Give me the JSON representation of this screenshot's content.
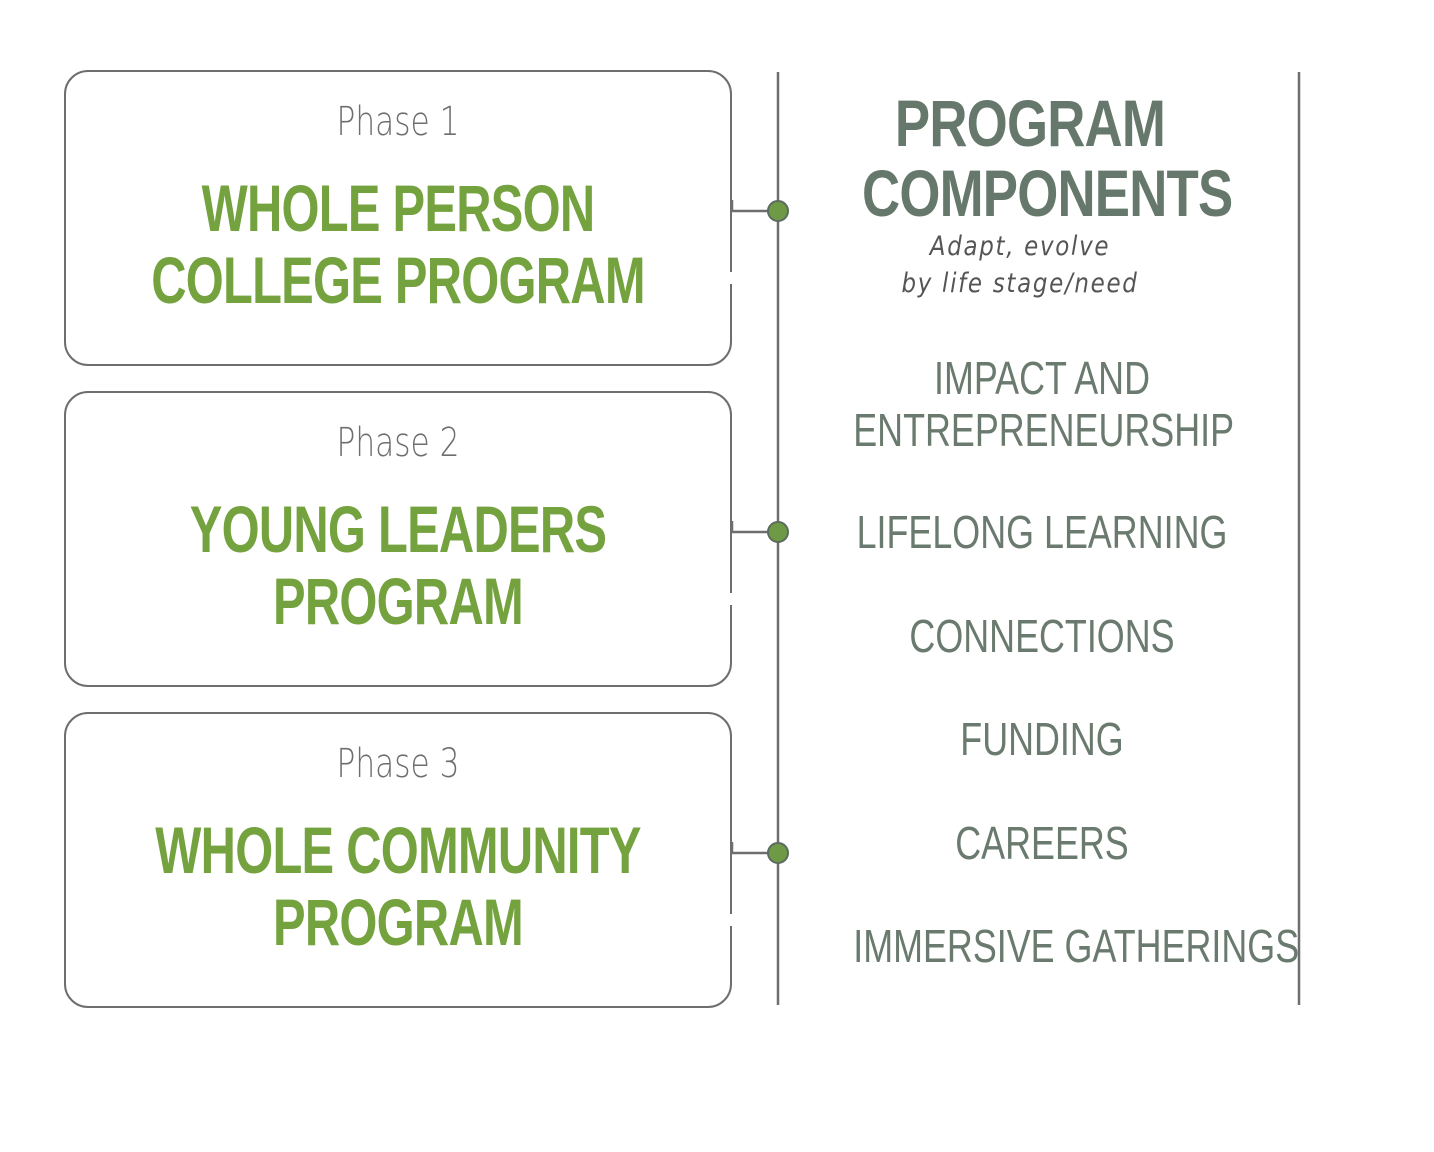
{
  "phases": [
    {
      "label": "Phase 1",
      "title_lines": [
        "WHOLE PERSON",
        "COLLEGE PROGRAM"
      ]
    },
    {
      "label": "Phase 2",
      "title_lines": [
        "YOUNG LEADERS",
        "PROGRAM"
      ]
    },
    {
      "label": "Phase 3",
      "title_lines": [
        "WHOLE COMMUNITY",
        "PROGRAM"
      ]
    }
  ],
  "components_panel": {
    "title_lines": [
      "PROGRAM",
      "COMPONENTS"
    ],
    "subtitle_lines": [
      "Adapt, evolve",
      "by life stage/need"
    ],
    "items": [
      {
        "lines": [
          "IMPACT AND",
          "ENTREPRENEURSHIP"
        ]
      },
      {
        "lines": [
          "LIFELONG LEARNING"
        ]
      },
      {
        "lines": [
          "CONNECTIONS"
        ]
      },
      {
        "lines": [
          "FUNDING"
        ]
      },
      {
        "lines": [
          "CAREERS"
        ]
      },
      {
        "lines": [
          "IMMERSIVE GATHERINGS"
        ]
      }
    ]
  },
  "colors": {
    "phase_title": "#74a23e",
    "component_text": "#6a7a6e",
    "line": "#6e6e6e",
    "node_dot": "#6f9a45"
  }
}
